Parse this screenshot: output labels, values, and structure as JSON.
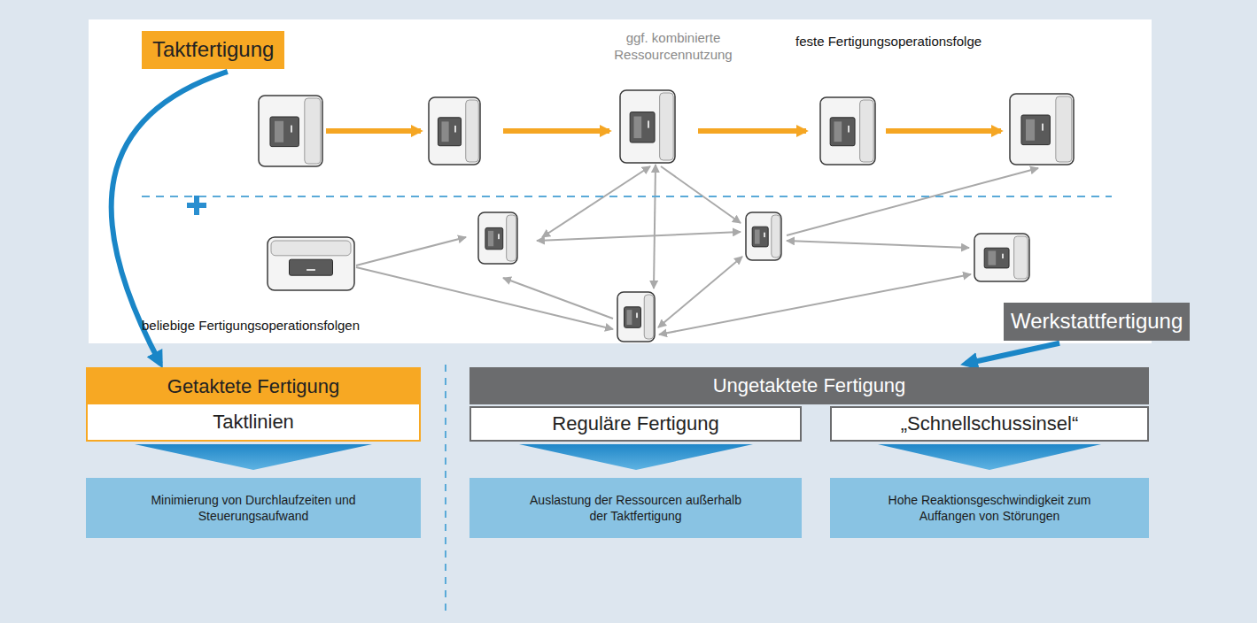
{
  "diagram": {
    "nodes": [
      {
        "text": [
          "Taktfertigung"
        ]
      },
      {
        "text": [
          "Werkstattfertigung"
        ]
      },
      {
        "text": [
          "Getaktete Fertigung"
        ]
      },
      {
        "text": [
          "Taktlinien"
        ],
        "in": 2
      },
      {
        "text": [
          "Ungetaktete Fertigung"
        ]
      },
      {
        "text": [
          "Reguläre Fertigung"
        ],
        "in": 4
      },
      {
        "text": [
          "„Schnellschussinsel“"
        ],
        "in": 4
      },
      {
        "text": [
          "Minimierung von Durchlaufzeiten und Steuerungsaufwand"
        ]
      },
      {
        "text": [
          "Auslastung der Ressourcen außerhalb der Taktfertigung"
        ]
      },
      {
        "text": [
          "Hohe Reaktionsgeschwindigkeit zum Auffangen von Störungen"
        ]
      }
    ],
    "edges": [
      {
        "from": 0,
        "to": 2,
        "arrow": "to"
      },
      {
        "from": 1,
        "to": 4,
        "arrow": "to"
      }
    ],
    "labels": [
      "ggf. kombinierte Ressourcennutzung",
      "feste Fertigungsoperationsfolge",
      "beliebige Fertigungsoperationsfolgen"
    ]
  }
}
